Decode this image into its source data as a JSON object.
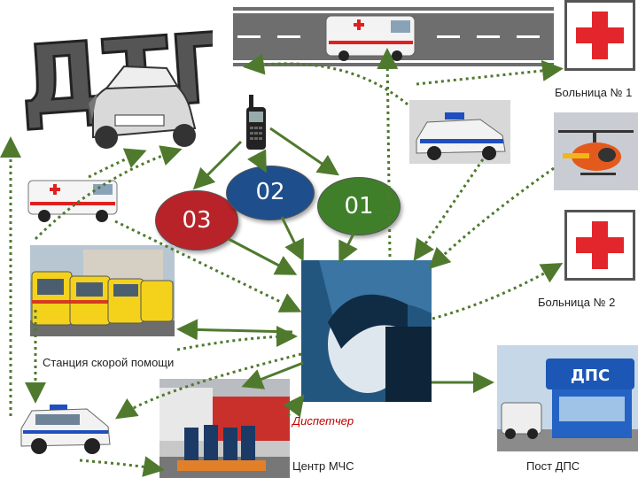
{
  "title_art": "ДТП",
  "circles": [
    {
      "text": "03",
      "color": "#b8232a"
    },
    {
      "text": "02",
      "color": "#1f4e8c"
    },
    {
      "text": "01",
      "color": "#3f7f2a"
    }
  ],
  "labels": {
    "hospital1": "Больница № 1",
    "hospital2": "Больница № 2",
    "ambulance_station": "Станция скорой помощи",
    "dispatcher": "Диспетчер",
    "mchs_center": "Центр МЧС",
    "dps_post": "Пост ДПС",
    "dps_sign": "ДПС"
  },
  "colors": {
    "arrow": "#4f7a2e",
    "dispatcher_text": "#c00000",
    "hospital_cross": "#e3262b"
  },
  "icons": [
    "crashed-car-icon",
    "mobile-phone-icon",
    "ambulance-icon",
    "police-car-icon",
    "helicopter-icon",
    "hospital-cross-icon"
  ]
}
